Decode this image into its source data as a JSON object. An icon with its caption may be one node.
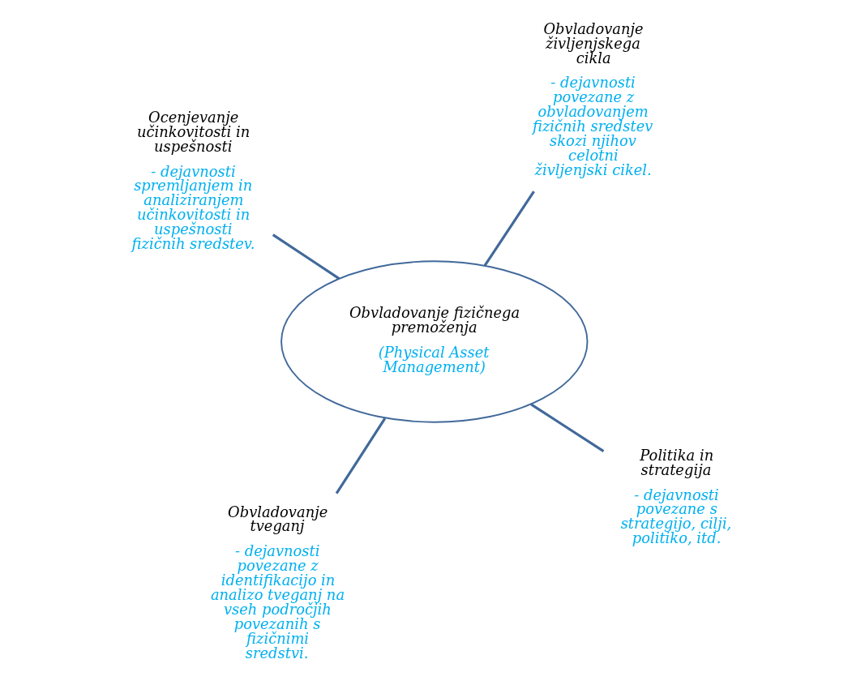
{
  "diagram": {
    "nodes": [
      {
        "text": [
          "Obvladovanje fizičnega premoženja",
          "(Physical Asset Management)"
        ]
      },
      {
        "text": [
          "Politika in strategija",
          "- dejavnosti povezane s strategijo, cilji, politiko, itd."
        ]
      },
      {
        "text": [
          "Obvladovanje tveganj",
          "- dejavnosti povezane z identifikacijo in analizo tveganj na vseh področjih povezanih s fizičnimi sredstvi."
        ]
      },
      {
        "text": [
          "Ocenjevanje učinkovitosti in uspešnosti",
          "- dejavnosti spremljanjem in analiziranjem učinkovitosti in uspešnosti fizičnih sredstev."
        ]
      },
      {
        "text": [
          "Obvladovanje življenjskega cikla",
          "- dejavnosti povezane z obvladovanjem fizičnih sredstev skozi njihov celotni življenjski cikel."
        ]
      }
    ],
    "edges": [
      {
        "from": 0,
        "to": 1,
        "arrow": "none"
      },
      {
        "from": 0,
        "to": 2,
        "arrow": "none"
      },
      {
        "from": 0,
        "to": 3,
        "arrow": "none"
      },
      {
        "from": 0,
        "to": 4,
        "arrow": "none"
      }
    ]
  }
}
